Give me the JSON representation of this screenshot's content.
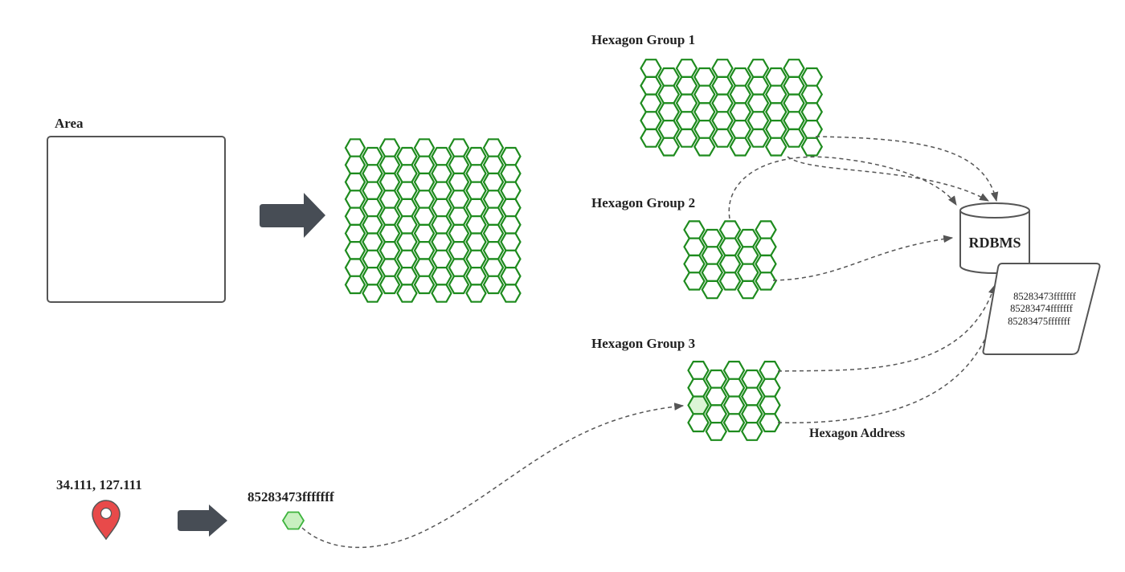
{
  "labels": {
    "area": "Area",
    "group1": "Hexagon Group 1",
    "group2": "Hexagon Group 2",
    "group3": "Hexagon Group 3",
    "rdbms": "RDBMS",
    "hexagon_address": "Hexagon Address",
    "coordinates": "34.111, 127.111",
    "cell_id": "85283473fffffff"
  },
  "rdbms_rows": [
    "85283473fffffff",
    "85283474fffffff",
    "85283475fffffff"
  ],
  "colors": {
    "hex_stroke": "#1e8b1e",
    "hex_highlight": "#dcf5d6",
    "arrow": "#474d55",
    "connector": "#555555",
    "pin": "#e84a4a"
  },
  "icons": [
    "map-pin-icon",
    "database-icon",
    "block-arrow-icon"
  ]
}
